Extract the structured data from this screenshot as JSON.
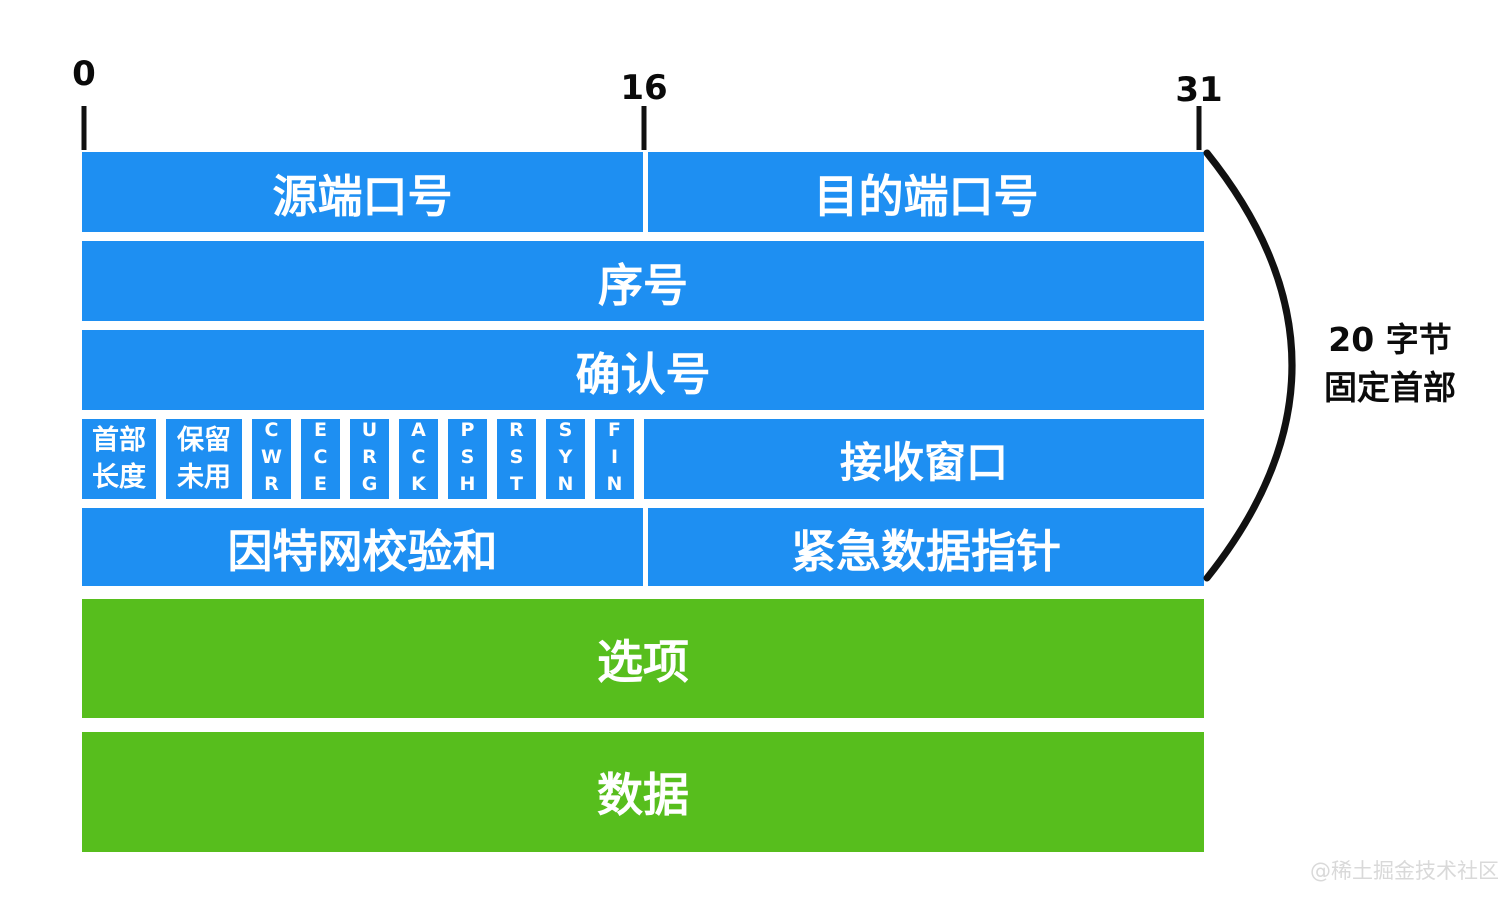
{
  "axis": {
    "labels": [
      "0",
      "16",
      "31"
    ]
  },
  "fields": {
    "source_port": "源端口号",
    "dest_port": "目的端口号",
    "sequence": "序号",
    "acknowledgment": "确认号",
    "header_length": "首部\n长度",
    "reserved": "保留\n未用",
    "receive_window": "接收窗口",
    "checksum": "因特网校验和",
    "urgent_pointer": "紧急数据指针",
    "options": "选项",
    "data": "数据"
  },
  "flags": [
    "CWR",
    "ECE",
    "URG",
    "ACK",
    "PSH",
    "RST",
    "SYN",
    "FIN"
  ],
  "annotation": {
    "text": "20 字节\n固定首部"
  },
  "watermark": {
    "text": "@稀土掘金技术社区"
  },
  "colors": {
    "field_blue": "#1E8FF2",
    "field_green": "#57BE1D",
    "brace_black": "#111111",
    "watermark_gray": "#d9d9d9"
  }
}
